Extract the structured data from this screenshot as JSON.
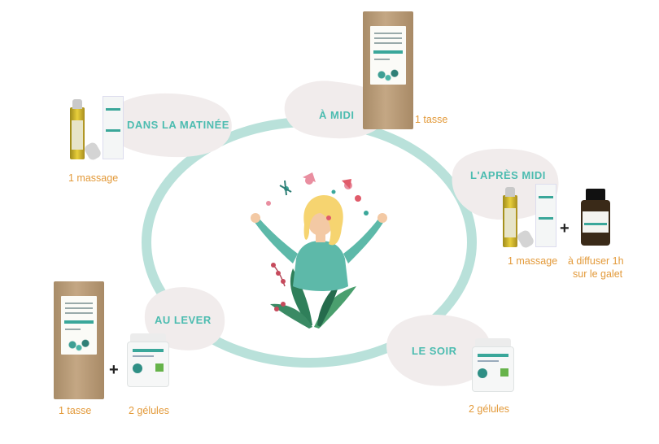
{
  "colors": {
    "accent": "#4cbcb0",
    "ring": "#b9e1da",
    "caption": "#e39a3a",
    "blob": "#f1ecec"
  },
  "moments": [
    {
      "label": "À MIDI",
      "caption": "1 tasse"
    },
    {
      "label": "DANS LA MATINÉE",
      "caption": "1 massage"
    },
    {
      "label": "L'APRÈS MIDI",
      "caption_1": "1 massage",
      "caption_2": "à diffuser 1h",
      "caption_3": "sur le galet"
    },
    {
      "label": "AU LEVER",
      "caption_1": "1 tasse",
      "caption_2": "2 gélules"
    },
    {
      "label": "LE SOIR",
      "caption": "2 gélules"
    }
  ],
  "plus_sign": "+",
  "icons": [
    "tea-bag-icon",
    "roll-on-kit-icon",
    "capsule-jar-icon",
    "diffuser-vial-icon",
    "woman-illustration"
  ]
}
